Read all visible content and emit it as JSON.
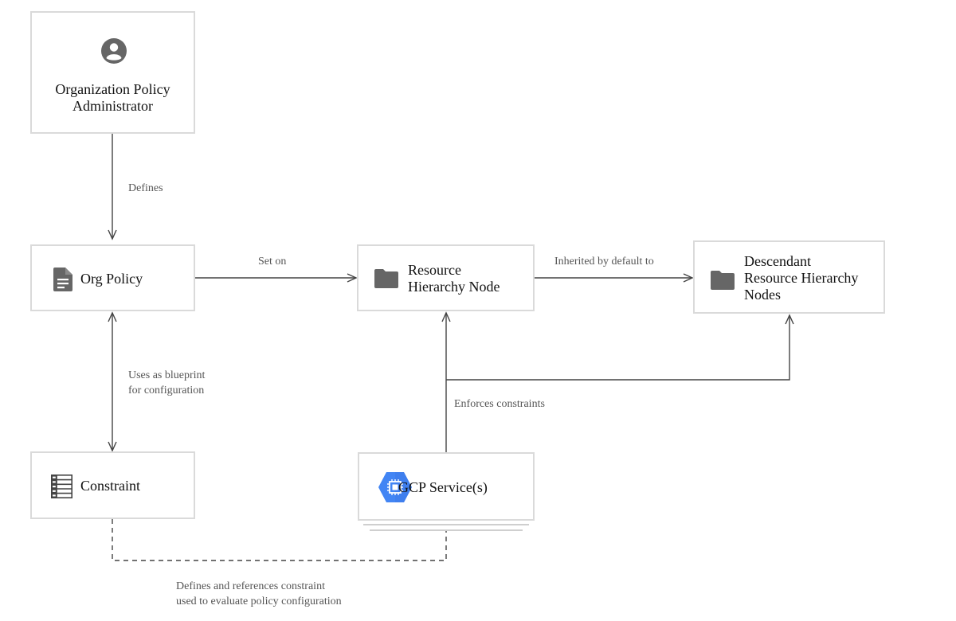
{
  "nodes": {
    "admin": {
      "line1": "Organization Policy",
      "line2": "Administrator",
      "icon": "person-circle-icon"
    },
    "org_policy": {
      "label": "Org Policy",
      "icon": "document-icon"
    },
    "resource_node": {
      "line1": "Resource",
      "line2": "Hierarchy Node",
      "icon": "folder-icon"
    },
    "descendant": {
      "line1": "Descendant",
      "line2": "Resource Hierarchy",
      "line3": "Nodes",
      "icon": "folder-icon"
    },
    "constraint": {
      "label": "Constraint",
      "icon": "list-icon"
    },
    "gcp_service": {
      "label": "GCP Service(s)",
      "icon": "compute-hexagon-icon"
    }
  },
  "edges": {
    "defines": "Defines",
    "set_on": "Set on",
    "inherited": "Inherited by default to",
    "uses_blueprint_line1": "Uses as blueprint",
    "uses_blueprint_line2": "for configuration",
    "enforces": "Enforces constraints",
    "references_line1": "Defines and references constraint",
    "references_line2": "used to evaluate policy configuration"
  },
  "colors": {
    "border": "#dadada",
    "line": "#444444",
    "icon_gray": "#666666",
    "gcp_blue": "#4285f4"
  }
}
